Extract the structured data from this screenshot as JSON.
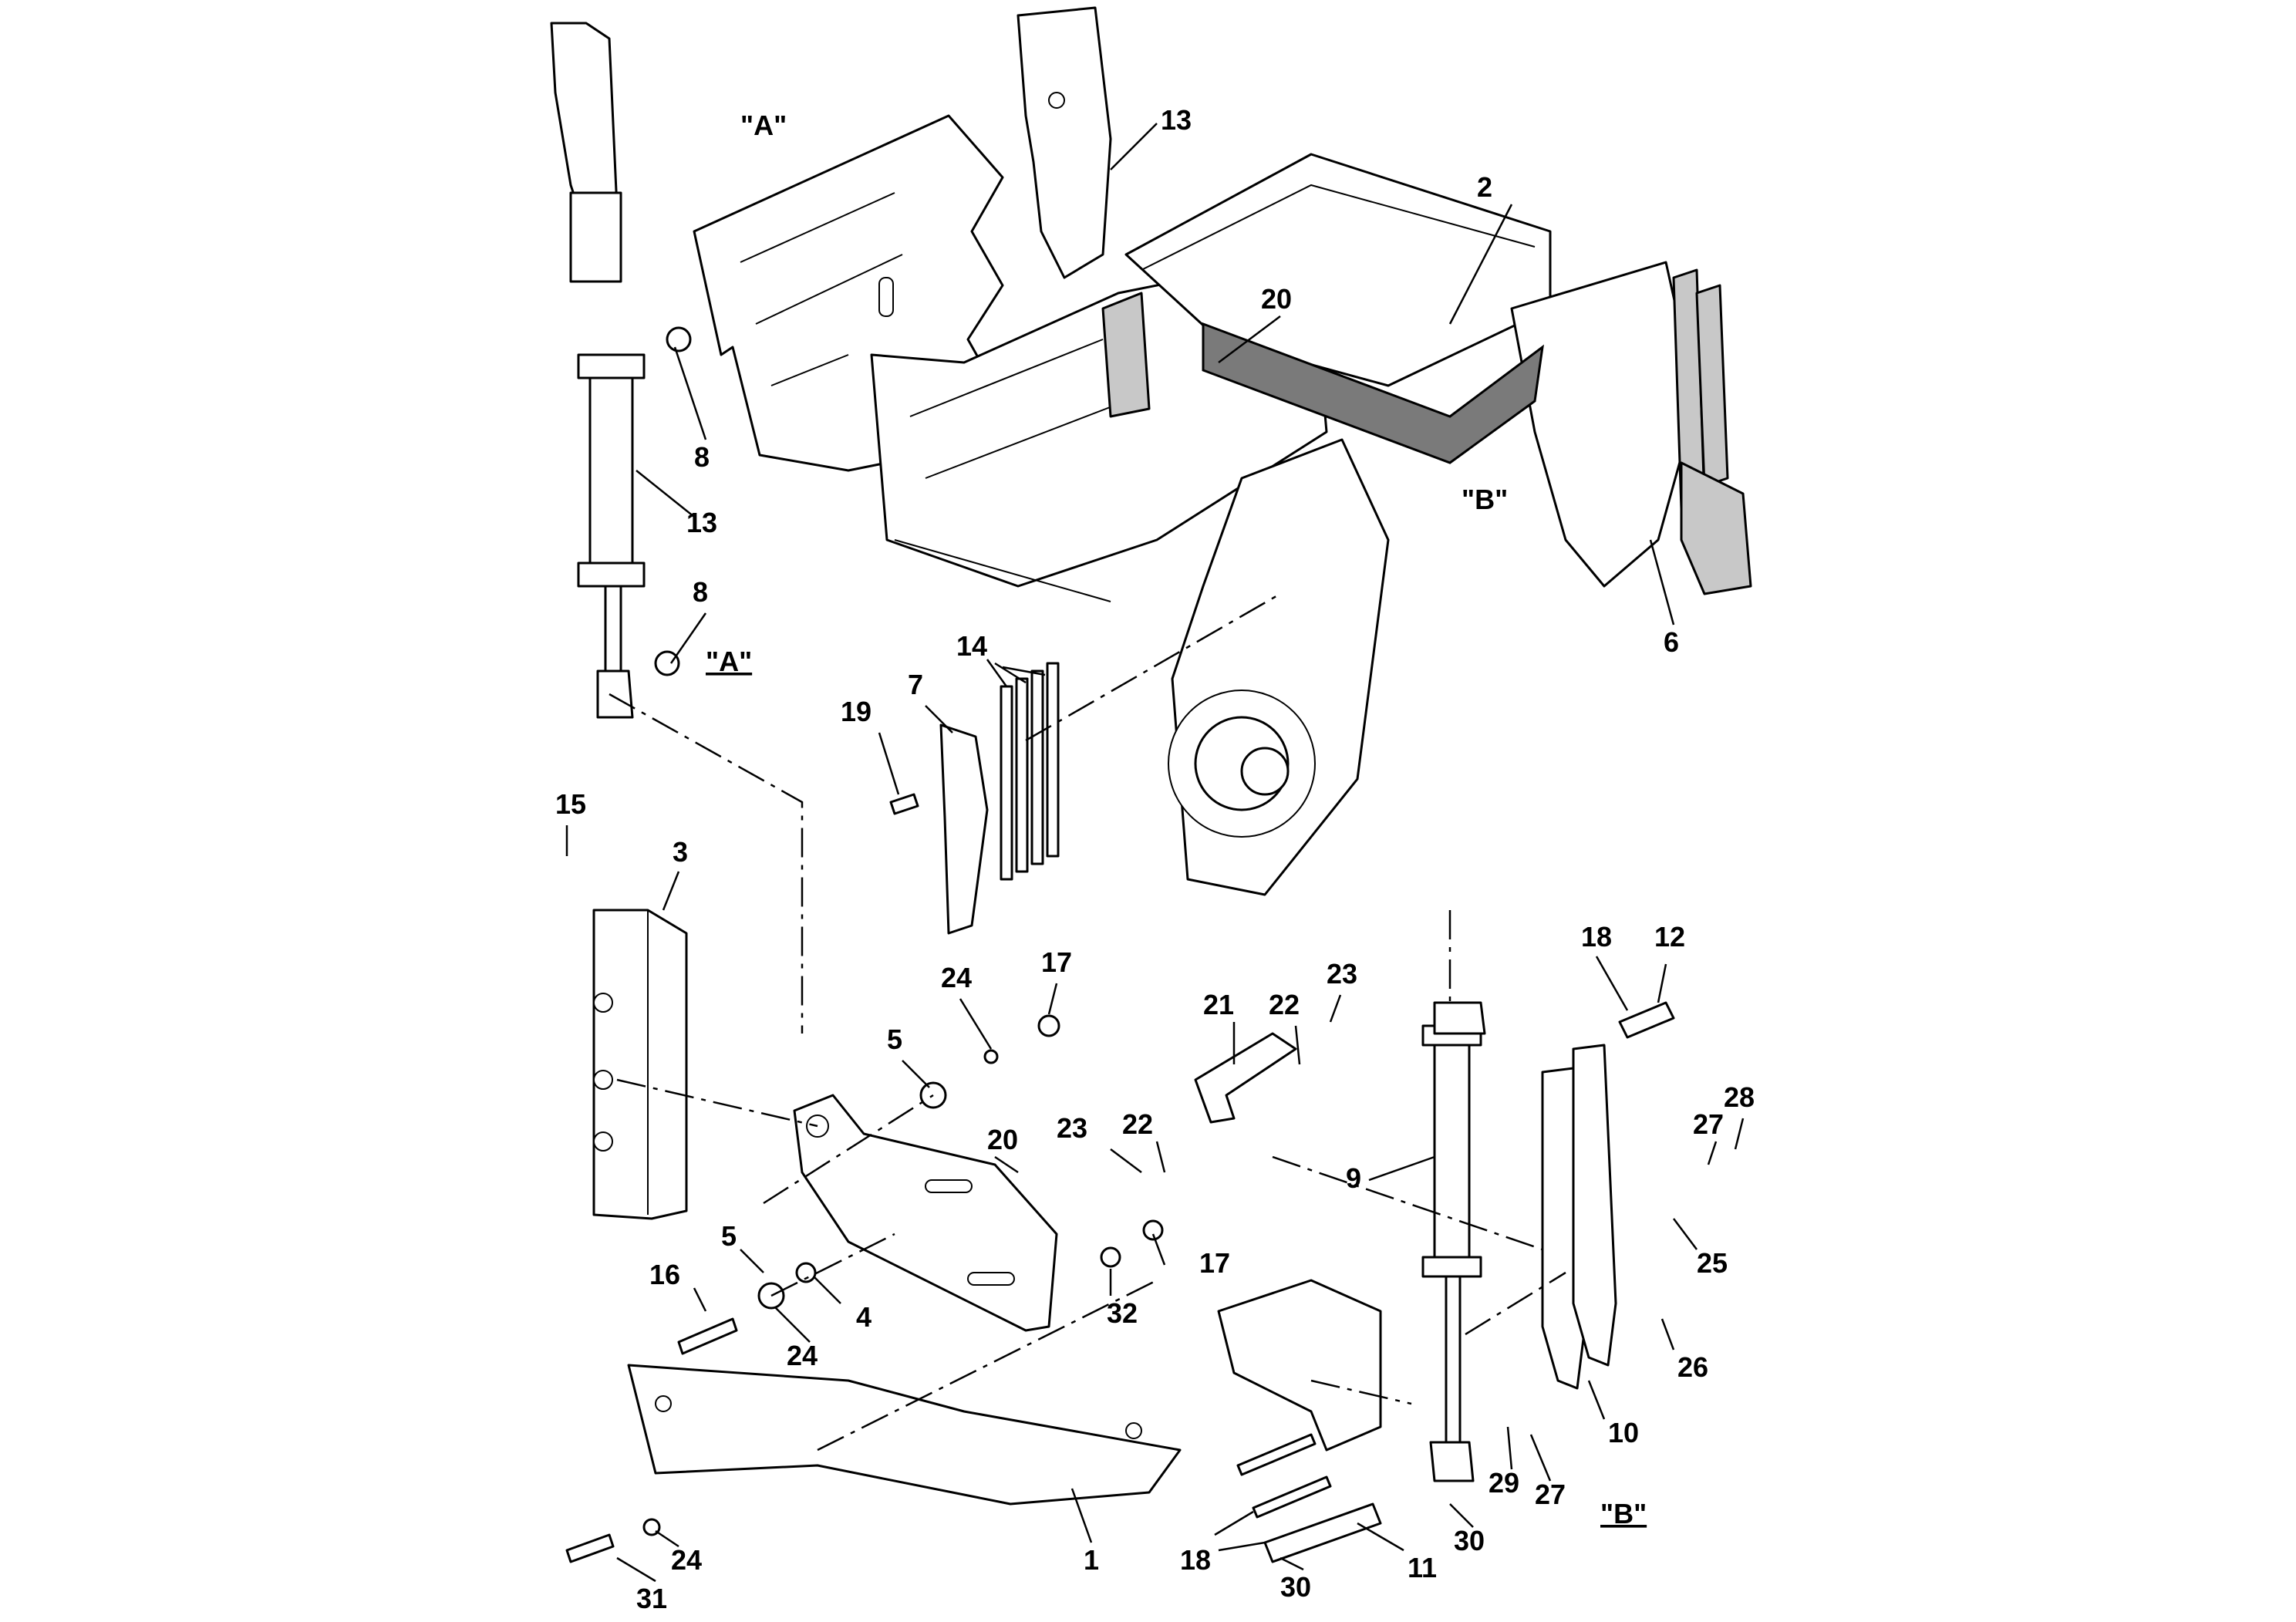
{
  "view_labels": [
    {
      "id": "view-a-top",
      "text": "\"A\""
    },
    {
      "id": "view-b-top",
      "text": "\"B\""
    },
    {
      "id": "view-a-detail",
      "text": "\"A\""
    },
    {
      "id": "view-b-detail",
      "text": "\"B\""
    }
  ],
  "callouts": [
    "13",
    "2",
    "20",
    "8",
    "13",
    "8",
    "6",
    "14",
    "7",
    "19",
    "15",
    "3",
    "18",
    "12",
    "17",
    "24",
    "23",
    "21",
    "22",
    "5",
    "22",
    "23",
    "20",
    "9",
    "28",
    "27",
    "25",
    "17",
    "5",
    "16",
    "4",
    "24",
    "32",
    "26",
    "10",
    "29",
    "27",
    "30",
    "24",
    "31",
    "1",
    "18",
    "11",
    "30"
  ],
  "colors": {
    "line": "#000000",
    "paper": "#ffffff",
    "shade": "#c8c8c8"
  }
}
